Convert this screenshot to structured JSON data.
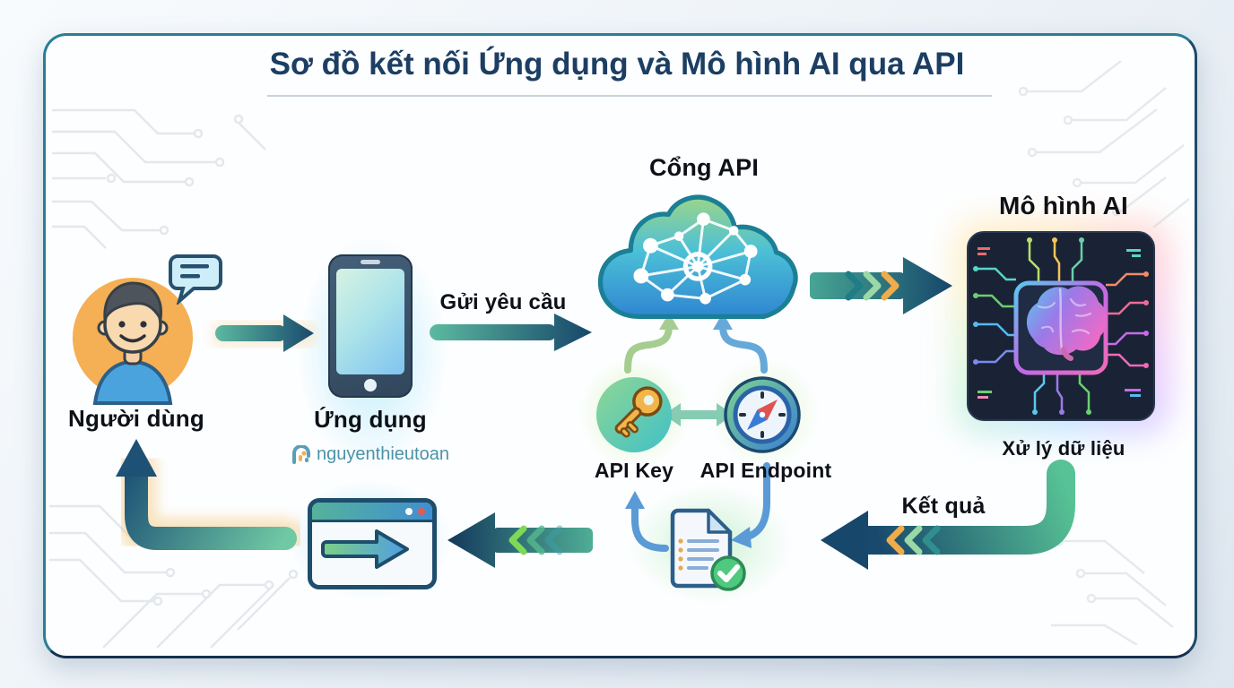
{
  "title": "Sơ đồ kết nối Ứng dụng và Mô hình AI qua API",
  "watermark": {
    "brand": "nguyenthieutoan"
  },
  "nodes": {
    "user": {
      "label": "Người dùng"
    },
    "app": {
      "label": "Ứng dụng"
    },
    "api_gateway": {
      "label": "Cổng API"
    },
    "api_key": {
      "label": "API Key"
    },
    "api_endpoint": {
      "label": "API Endpoint"
    },
    "ai_model": {
      "label": "Mô hình AI",
      "caption": "Xử lý dữ liệu"
    }
  },
  "flows": {
    "send_request": {
      "label": "Gửi yêu cầu"
    },
    "result": {
      "label": "Kết quả"
    }
  },
  "icons": [
    "user-avatar-icon",
    "speech-bubble-icon",
    "smartphone-icon",
    "cloud-network-icon",
    "key-icon",
    "compass-icon",
    "ai-chip-brain-icon",
    "document-check-icon",
    "browser-window-icon",
    "brand-logo-icon",
    "chevron-icons"
  ],
  "colors": {
    "title": "#1c3e63",
    "panel_border": "#2a7e93",
    "arrow_teal": "#57c295",
    "arrow_navy": "#17486b",
    "chevron_orange": "#f0ac49",
    "chevron_green": "#9bd8a6",
    "chevron_teal": "#2f8f8f",
    "cloud_top": "#9bd58a",
    "cloud_bottom": "#2f86d2",
    "key_gold": "#f3b54a",
    "check_green": "#4fc97e",
    "watermark": "#4b93a8",
    "background": "#e9eef4"
  }
}
